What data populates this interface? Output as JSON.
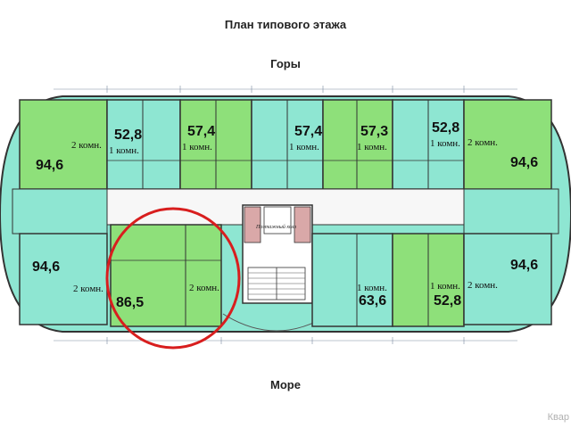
{
  "title": "План типового этажа",
  "top_label": "Горы",
  "bottom_label": "Море",
  "corridor_label": "Поэтажный холл",
  "highlight_color": "#d81e1e",
  "colors": {
    "green": "#8ee07a",
    "teal": "#8ee6d2",
    "wall": "#333333",
    "stair": "#d9a8a8"
  },
  "apartments": [
    {
      "id": "nw-corner",
      "area": "94,6",
      "rooms": "2 комн."
    },
    {
      "id": "top-2",
      "area": "52,8",
      "rooms": "1 комн."
    },
    {
      "id": "top-3",
      "area": "57,4",
      "rooms": "1 комн."
    },
    {
      "id": "top-4",
      "area": "57,4",
      "rooms": "1 комн."
    },
    {
      "id": "top-5",
      "area": "57,3",
      "rooms": "1 комн."
    },
    {
      "id": "top-6",
      "area": "52,8",
      "rooms": "1 комн."
    },
    {
      "id": "ne-corner",
      "area": "94,6",
      "rooms": "2 комн."
    },
    {
      "id": "sw-corner",
      "area": "94,6",
      "rooms": "2 комн."
    },
    {
      "id": "bottom-highlighted",
      "area": "86,5",
      "rooms": "2 комн."
    },
    {
      "id": "bottom-center",
      "area": "63,6",
      "rooms": "1 комн."
    },
    {
      "id": "bottom-right",
      "area": "52,8",
      "rooms": "1 комн."
    },
    {
      "id": "se-corner",
      "area": "94,6",
      "rooms": "2 комн."
    }
  ],
  "watermark": "Квар"
}
